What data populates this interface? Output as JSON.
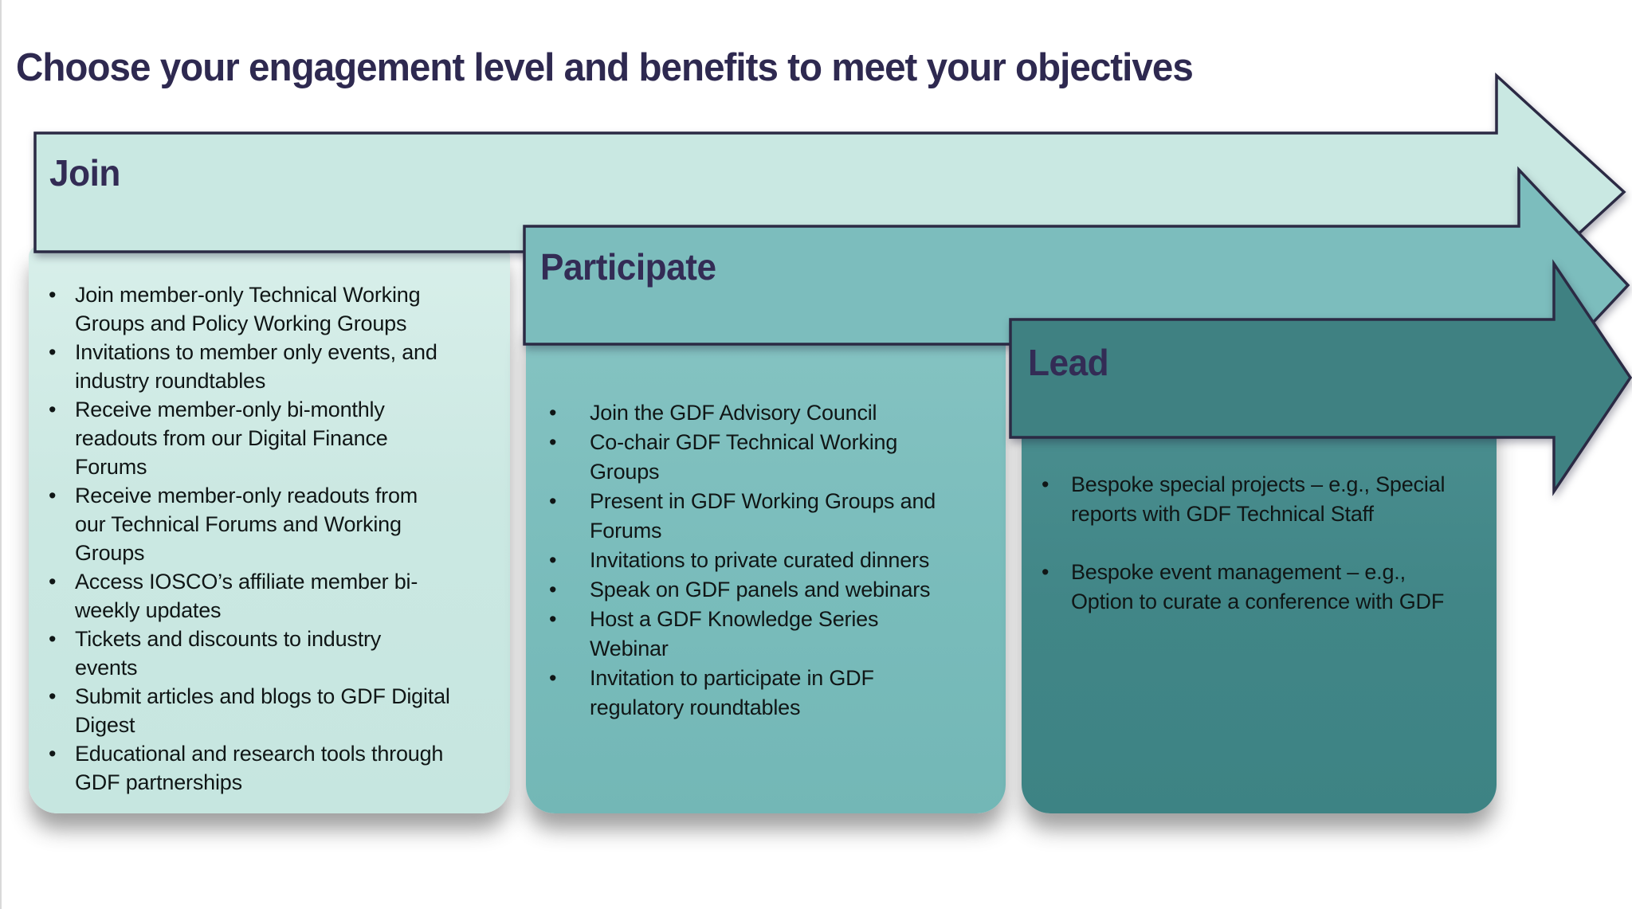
{
  "title": "Choose your engagement level and benefits to meet your objectives",
  "levels": [
    {
      "name": "Join",
      "items": [
        "Join member-only Technical Working\nGroups and Policy Working Groups",
        "Invitations to member only events, and\nindustry roundtables",
        "Receive member-only bi-monthly\nreadouts from our Digital Finance\nForums",
        "Receive member-only readouts from\nour Technical Forums and Working\nGroups",
        "Access IOSCO’s affiliate member bi-\nweekly updates",
        "Tickets and discounts to industry\nevents",
        "Submit articles and blogs to GDF Digital\nDigest",
        "Educational and research tools through\nGDF partnerships"
      ]
    },
    {
      "name": "Participate",
      "items": [
        "Join the GDF Advisory Council",
        "Co-chair GDF Technical Working\nGroups",
        "Present in GDF Working Groups and\nForums",
        "Invitations to private curated dinners",
        "Speak on GDF panels and webinars",
        "Host a GDF Knowledge Series\nWebinar",
        "Invitation to participate in GDF\nregulatory roundtables"
      ]
    },
    {
      "name": "Lead",
      "items": [
        "Bespoke special projects – e.g., Special\nreports with GDF Technical Staff",
        "Bespoke event management – e.g.,\nOption to curate a conference with GDF"
      ]
    }
  ],
  "colors": {
    "title_text": "#2e2950",
    "heading_text": "#332c55",
    "outline": "#2b2a44",
    "join_fill": "#c9e8e2",
    "participate_fill": "#7cbdbd",
    "lead_fill": "#3f8182",
    "bullet_text": "#101616"
  }
}
